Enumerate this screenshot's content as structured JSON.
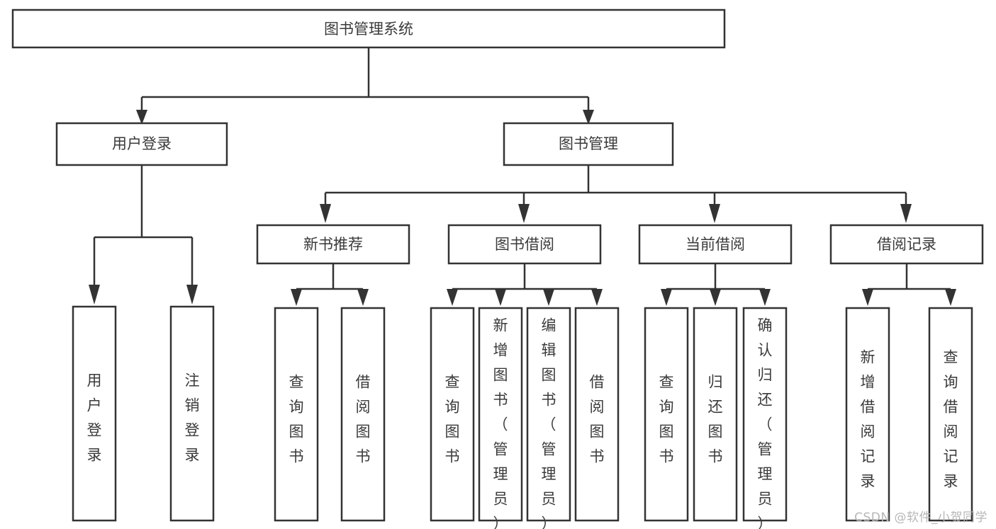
{
  "diagram": {
    "type": "hierarchy-tree",
    "title": "图书管理系统",
    "watermark": "CSDN @软件_小贺同学",
    "colors": {
      "background": "#ffffff",
      "box_fill": "#ffffff",
      "box_stroke": "#333333",
      "text": "#3a3a3a",
      "watermark": "#b6b6b6"
    },
    "levels": [
      {
        "level": 1,
        "nodes": [
          {
            "id": "root",
            "label": "图书管理系统",
            "orientation": "horizontal"
          }
        ]
      },
      {
        "level": 2,
        "nodes": [
          {
            "id": "l2-1",
            "label": "用户登录",
            "orientation": "horizontal",
            "parent": "root"
          },
          {
            "id": "l2-2",
            "label": "图书管理",
            "orientation": "horizontal",
            "parent": "root"
          }
        ]
      },
      {
        "level": 3,
        "nodes": [
          {
            "id": "l3-1",
            "label": "新书推荐",
            "orientation": "horizontal",
            "parent": "l2-2"
          },
          {
            "id": "l3-2",
            "label": "图书借阅",
            "orientation": "horizontal",
            "parent": "l2-2"
          },
          {
            "id": "l3-3",
            "label": "当前借阅",
            "orientation": "horizontal",
            "parent": "l2-2"
          },
          {
            "id": "l3-4",
            "label": "借阅记录",
            "orientation": "horizontal",
            "parent": "l2-2"
          }
        ]
      },
      {
        "level": 4,
        "nodes": [
          {
            "id": "l4-1",
            "label": "用户登录",
            "orientation": "vertical",
            "parent": "l2-1"
          },
          {
            "id": "l4-2",
            "label": "注销登录",
            "orientation": "vertical",
            "parent": "l2-1"
          },
          {
            "id": "l4-3",
            "label": "查询图书",
            "orientation": "vertical",
            "parent": "l3-1"
          },
          {
            "id": "l4-4",
            "label": "借阅图书",
            "orientation": "vertical",
            "parent": "l3-1"
          },
          {
            "id": "l4-5",
            "label": "查询图书",
            "orientation": "vertical",
            "parent": "l3-2"
          },
          {
            "id": "l4-6",
            "label": "新增图书（管理员）",
            "orientation": "vertical",
            "parent": "l3-2"
          },
          {
            "id": "l4-7",
            "label": "编辑图书（管理员）",
            "orientation": "vertical",
            "parent": "l3-2"
          },
          {
            "id": "l4-8",
            "label": "借阅图书",
            "orientation": "vertical",
            "parent": "l3-2"
          },
          {
            "id": "l4-9",
            "label": "查询图书",
            "orientation": "vertical",
            "parent": "l3-3"
          },
          {
            "id": "l4-10",
            "label": "归还图书",
            "orientation": "vertical",
            "parent": "l3-3"
          },
          {
            "id": "l4-11",
            "label": "确认归还（管理员）",
            "orientation": "vertical",
            "parent": "l3-3"
          },
          {
            "id": "l4-12",
            "label": "新增借阅记录",
            "orientation": "vertical",
            "parent": "l3-4"
          },
          {
            "id": "l4-13",
            "label": "查询借阅记录",
            "orientation": "vertical",
            "parent": "l3-4"
          }
        ]
      }
    ]
  }
}
